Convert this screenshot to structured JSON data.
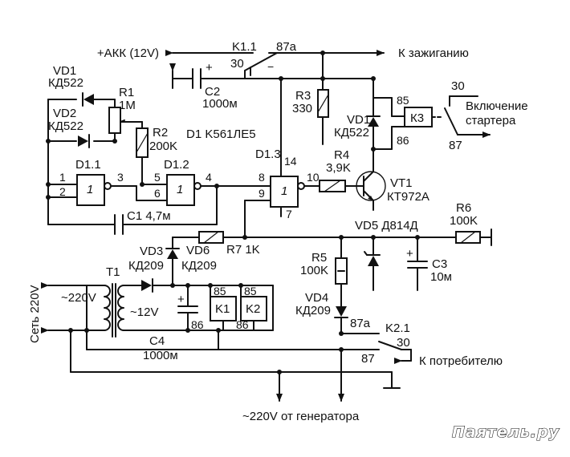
{
  "terminals": {
    "battery": "+АКК (12V)",
    "ignition": "К зажиганию",
    "starter_on_1": "Включение",
    "starter_on_2": "стартера",
    "mains_vertical": "Сеть 220V",
    "mains_ac": "~220V",
    "consumer": "К потребителю",
    "generator": "~220V от генератора",
    "transformer_secondary": "~12V"
  },
  "components": {
    "k1_1": "K1.1",
    "k1_87a": "87a",
    "k1_30": "30",
    "c2_name": "C2",
    "c2_value": "1000м",
    "r3_name": "R3",
    "r3_value": "330",
    "vd1_name": "VD1",
    "vd1_type": "КД522",
    "vd2_name": "VD2",
    "vd2_type": "КД522",
    "r1_name": "R1",
    "r1_value": "1M",
    "r2_name": "R2",
    "r2_value": "200K",
    "d1_title": "D1 K561ЛЕ5",
    "d1_1": "D1.1",
    "d1_2": "D1.2",
    "d1_3": "D1.3",
    "vd1b_name": "VD1",
    "vd1b_type": "КД522",
    "k3": "К3",
    "k3_85": "85",
    "k3_86": "86",
    "k3_30": "30",
    "k3_87": "87",
    "r4_name": "R4",
    "r4_value": "3,9K",
    "vt1_name": "VT1",
    "vt1_type": "КТ972А",
    "c1_name": "C1 4,7м",
    "vd5": "VD5 Д814Д",
    "r6_name": "R6",
    "r6_value": "100K",
    "r7": "R7 1K",
    "vd6_name": "VD6",
    "vd6_type": "КД209",
    "vd3_name": "VD3",
    "vd3_type": "КД209",
    "t1": "T1",
    "r5_name": "R5",
    "r5_value": "100K",
    "c3_name": "C3",
    "c3_value": "10м",
    "k1": "K1",
    "k2": "K2",
    "k1_85": "85",
    "k1_86": "86",
    "k2_85": "85",
    "k2_86": "86",
    "vd4_name": "VD4",
    "vd4_type": "КД209",
    "k2_1": "K2.1",
    "k2_87a": "87a",
    "k2_30": "30",
    "k2_87": "87",
    "c4_name": "C4",
    "c4_value": "1000м",
    "pin_1": "1",
    "pin_2": "2",
    "pin_3": "3",
    "pin_4": "4",
    "pin_5": "5",
    "pin_6": "6",
    "pin_7": "7",
    "pin_8": "8",
    "pin_9": "9",
    "pin_10": "10",
    "pin_14": "14",
    "gate_symbol": "1",
    "plus": "+",
    "minus": "−"
  },
  "watermark": "Паятель.ру"
}
